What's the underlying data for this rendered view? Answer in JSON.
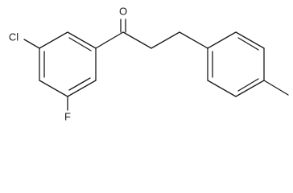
{
  "molecule": {
    "atoms": {
      "oxygen": "O",
      "chlorine": "Cl",
      "fluorine": "F"
    }
  },
  "colors": {
    "bond": "#1a1a1a",
    "label": "#1a1a1a",
    "background": "#ffffff"
  }
}
